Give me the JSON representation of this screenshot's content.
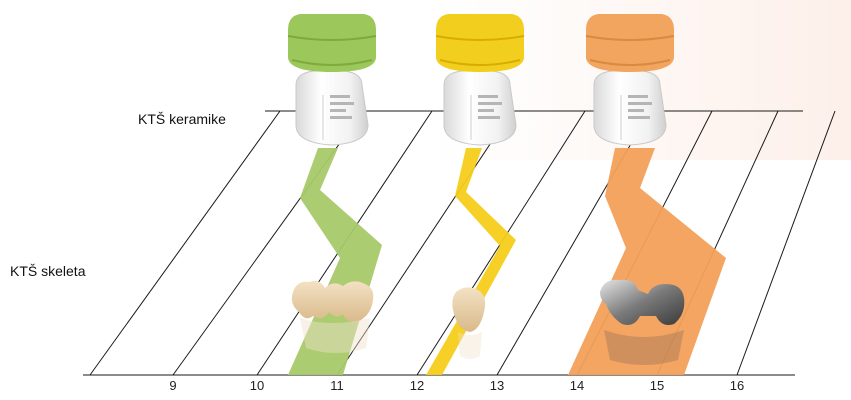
{
  "labels": {
    "ceramic_cte": "KTŠ keramike",
    "framework_cte": "KTŠ skeleta"
  },
  "scale_ticks": [
    "9",
    "10",
    "11",
    "12",
    "13",
    "14",
    "15",
    "16"
  ],
  "jars": [
    {
      "name": "green-ceramic-jar",
      "lid_color": "#9CC75B",
      "band_color": "#A8C96A"
    },
    {
      "name": "yellow-ceramic-jar",
      "lid_color": "#F2CF1F",
      "band_color": "#F6CE1B"
    },
    {
      "name": "orange-ceramic-jar",
      "lid_color": "#F2A55E",
      "band_color": "#F3A058"
    }
  ],
  "restorations": [
    {
      "name": "three-unit-bridge-ceramic"
    },
    {
      "name": "single-crown-ceramic"
    },
    {
      "name": "metal-framework-bridge"
    }
  ],
  "colors": {
    "line": "#1a1a1a",
    "jar_body": "#f4f4f4"
  }
}
